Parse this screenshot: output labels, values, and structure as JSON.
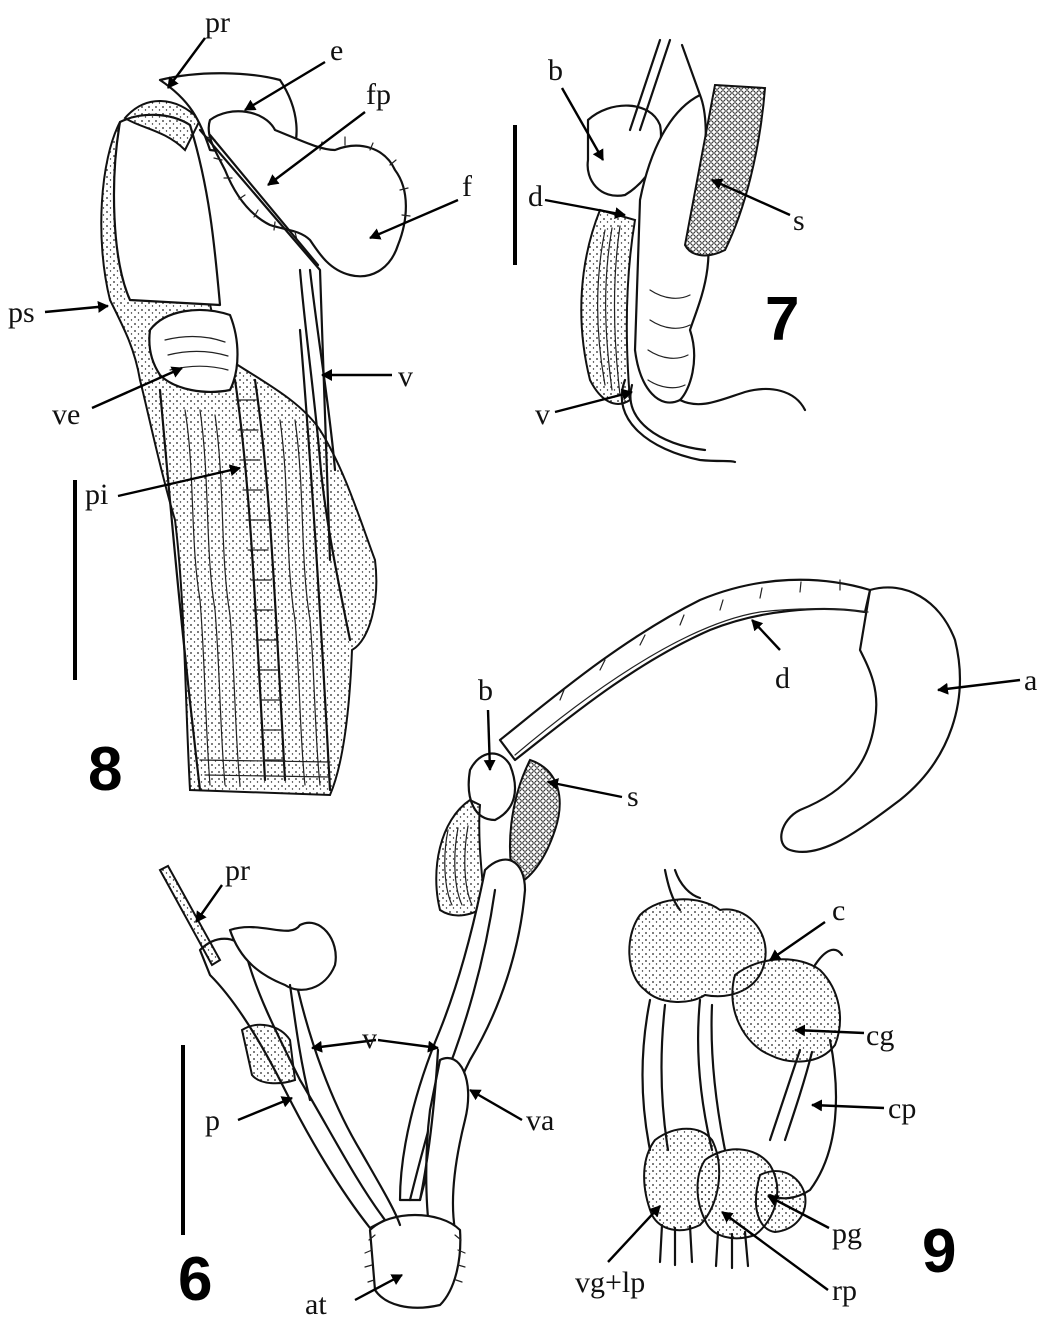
{
  "figures": {
    "fig8": {
      "number": "8",
      "labels": {
        "pr": "pr",
        "e": "e",
        "fp": "fp",
        "f": "f",
        "ps": "ps",
        "v": "v",
        "ve": "ve",
        "pi": "pi"
      }
    },
    "fig7": {
      "number": "7",
      "labels": {
        "b": "b",
        "d": "d",
        "s": "s",
        "v": "v"
      }
    },
    "fig6": {
      "number": "6",
      "labels": {
        "b": "b",
        "d": "d",
        "a": "a",
        "s": "s",
        "pr": "pr",
        "v": "v",
        "p": "p",
        "va": "va",
        "at": "at"
      }
    },
    "fig9": {
      "number": "9",
      "labels": {
        "c": "c",
        "cg": "cg",
        "cp": "cp",
        "pg": "pg",
        "rp": "rp",
        "vglp": "vg+lp"
      }
    }
  }
}
